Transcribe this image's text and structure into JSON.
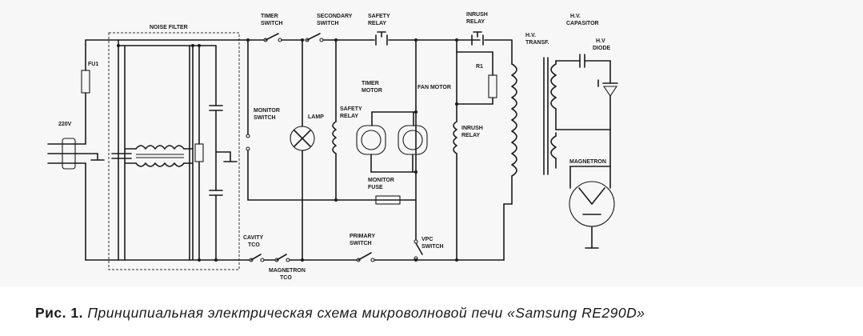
{
  "labels": {
    "noise_filter": "NOISE FILTER",
    "fu1": "FU1",
    "voltage": "220V",
    "timer_switch_1": "TIMER",
    "timer_switch_2": "SWITCH",
    "secondary_switch_1": "SECONDARY",
    "secondary_switch_2": "SWITCH",
    "safety_relay_top_1": "SAFETY",
    "safety_relay_top_2": "RELAY",
    "inrush_relay_top_1": "INRUSH",
    "inrush_relay_top_2": "RELAY",
    "r1": "R1",
    "hv_transf_1": "H.V.",
    "hv_transf_2": "TRANSF.",
    "hv_capasitor_1": "H.V.",
    "hv_capasitor_2": "CAPASITOR",
    "hv_diode_1": "H.V",
    "hv_diode_2": "DIODE",
    "monitor_switch_1": "MONITOR",
    "monitor_switch_2": "SWITCH",
    "lamp": "LAMP",
    "safety_relay_coil_1": "SAFETY",
    "safety_relay_coil_2": "RELAY",
    "timer_motor_1": "TIMER",
    "timer_motor_2": "MOTOR",
    "fan_motor": "FAN MOTOR",
    "inrush_relay_coil_1": "INRUSH",
    "inrush_relay_coil_2": "RELAY",
    "magnetron": "MAGNETRON",
    "monitor_fuse_1": "MONITOR",
    "monitor_fuse_2": "FUSE",
    "cavity_tco_1": "CAVITY",
    "cavity_tco_2": "TCO",
    "magnetron_tco_1": "MAGNETRON",
    "magnetron_tco_2": "TCO",
    "primary_switch_1": "PRIMARY",
    "primary_switch_2": "SWITCH",
    "vpc_switch_1": "VPC",
    "vpc_switch_2": "SWITCH"
  },
  "caption": {
    "prefix": "Рис. 1.",
    "text": "Принципиальная электрическая схема микроволновой печи «Samsung RE290D»"
  }
}
